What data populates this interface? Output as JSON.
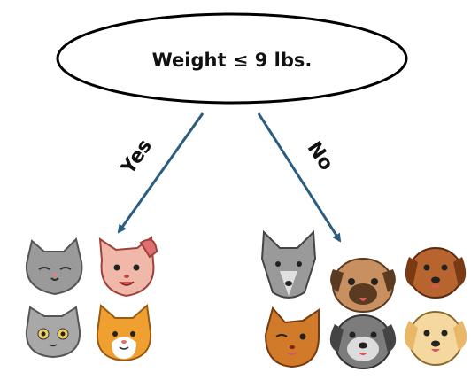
{
  "decision_node": {
    "label": "Weight ≤ 9 lbs."
  },
  "branches": {
    "left_label": "Yes",
    "right_label": "No"
  },
  "colors": {
    "arrow": "#2a5d80",
    "node_stroke": "#000000",
    "cat_gray": "#9a9a9a",
    "cat_orange": "#f0a030",
    "dog_tan": "#c89060",
    "dog_brown": "#b8642e",
    "dog_gray": "#7c7c7c",
    "dog_cream": "#f4d8a0"
  },
  "groups": {
    "left": {
      "icons": [
        {
          "name": "gray-cat-icon"
        },
        {
          "name": "pink-cat-icon"
        },
        {
          "name": "gray-kitten-icon"
        },
        {
          "name": "orange-cat-icon"
        }
      ]
    },
    "right": {
      "icons": [
        {
          "name": "gray-wolf-dog-icon"
        },
        {
          "name": "pug-icon"
        },
        {
          "name": "brown-dog-icon"
        },
        {
          "name": "orange-cat-icon"
        },
        {
          "name": "gray-dog-icon"
        },
        {
          "name": "cream-dog-icon"
        }
      ]
    }
  }
}
